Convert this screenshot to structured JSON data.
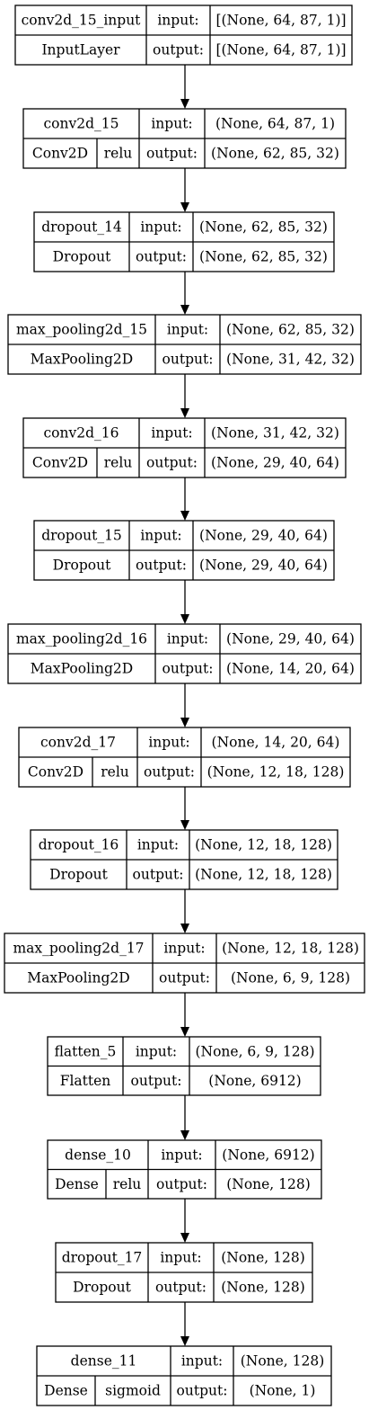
{
  "layers": [
    {
      "name": "conv2d_15_input",
      "type": "InputLayer",
      "activation": "",
      "input_label": "input:",
      "output_label": "output:",
      "input": "[(None, 64, 87, 1)]",
      "output": "[(None, 64, 87, 1)]"
    },
    {
      "name": "conv2d_15",
      "type": "Conv2D",
      "activation": "relu",
      "input_label": "input:",
      "output_label": "output:",
      "input": "(None, 64, 87, 1)",
      "output": "(None, 62, 85, 32)"
    },
    {
      "name": "dropout_14",
      "type": "Dropout",
      "activation": "",
      "input_label": "input:",
      "output_label": "output:",
      "input": "(None, 62, 85, 32)",
      "output": "(None, 62, 85, 32)"
    },
    {
      "name": "max_pooling2d_15",
      "type": "MaxPooling2D",
      "activation": "",
      "input_label": "input:",
      "output_label": "output:",
      "input": "(None, 62, 85, 32)",
      "output": "(None, 31, 42, 32)"
    },
    {
      "name": "conv2d_16",
      "type": "Conv2D",
      "activation": "relu",
      "input_label": "input:",
      "output_label": "output:",
      "input": "(None, 31, 42, 32)",
      "output": "(None, 29, 40, 64)"
    },
    {
      "name": "dropout_15",
      "type": "Dropout",
      "activation": "",
      "input_label": "input:",
      "output_label": "output:",
      "input": "(None, 29, 40, 64)",
      "output": "(None, 29, 40, 64)"
    },
    {
      "name": "max_pooling2d_16",
      "type": "MaxPooling2D",
      "activation": "",
      "input_label": "input:",
      "output_label": "output:",
      "input": "(None, 29, 40, 64)",
      "output": "(None, 14, 20, 64)"
    },
    {
      "name": "conv2d_17",
      "type": "Conv2D",
      "activation": "relu",
      "input_label": "input:",
      "output_label": "output:",
      "input": "(None, 14, 20, 64)",
      "output": "(None, 12, 18, 128)"
    },
    {
      "name": "dropout_16",
      "type": "Dropout",
      "activation": "",
      "input_label": "input:",
      "output_label": "output:",
      "input": "(None, 12, 18, 128)",
      "output": "(None, 12, 18, 128)"
    },
    {
      "name": "max_pooling2d_17",
      "type": "MaxPooling2D",
      "activation": "",
      "input_label": "input:",
      "output_label": "output:",
      "input": "(None, 12, 18, 128)",
      "output": "(None, 6, 9, 128)"
    },
    {
      "name": "flatten_5",
      "type": "Flatten",
      "activation": "",
      "input_label": "input:",
      "output_label": "output:",
      "input": "(None, 6, 9, 128)",
      "output": "(None, 6912)"
    },
    {
      "name": "dense_10",
      "type": "Dense",
      "activation": "relu",
      "input_label": "input:",
      "output_label": "output:",
      "input": "(None, 6912)",
      "output": "(None, 128)"
    },
    {
      "name": "dropout_17",
      "type": "Dropout",
      "activation": "",
      "input_label": "input:",
      "output_label": "output:",
      "input": "(None, 128)",
      "output": "(None, 128)"
    },
    {
      "name": "dense_11",
      "type": "Dense",
      "activation": "sigmoid",
      "input_label": "input:",
      "output_label": "output:",
      "input": "(None, 128)",
      "output": "(None, 1)"
    }
  ]
}
